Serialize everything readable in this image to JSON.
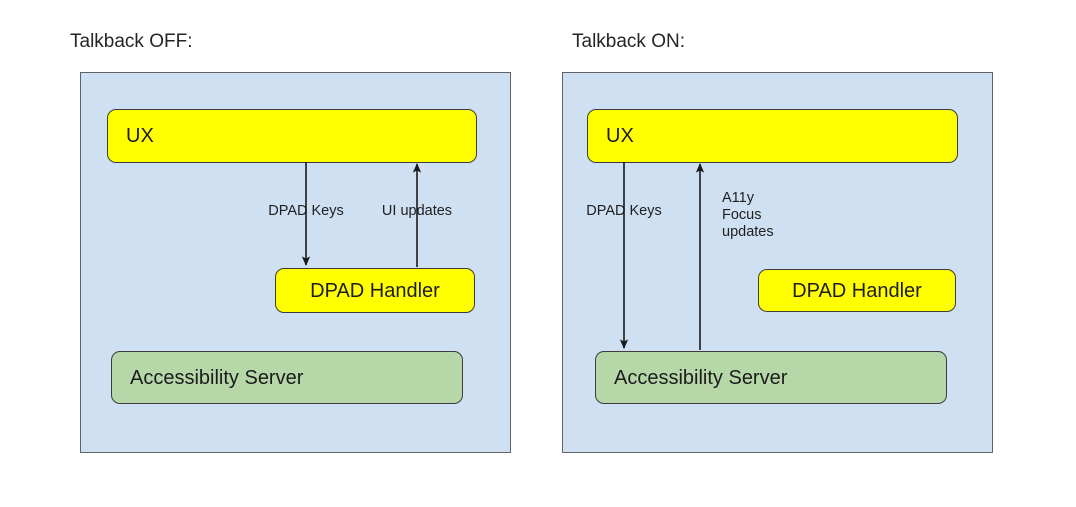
{
  "diagram": {
    "title_left": "Talkback OFF:",
    "title_right": "Talkback ON:",
    "colors": {
      "panel_fill": "#cfe0f3",
      "panel_stroke": "#5f6368",
      "node_yellow": "#ffff00",
      "node_green": "#b6d7a8",
      "node_stroke": "#3c3c3c",
      "arrow": "#1a1a1a",
      "text": "#1c1c1c",
      "background": "#ffffff"
    },
    "panels": [
      {
        "id": "talkback-off",
        "title": "Talkback OFF:",
        "nodes": [
          {
            "id": "ux",
            "label": "UX",
            "color": "yellow"
          },
          {
            "id": "dpad-handler",
            "label": "DPAD Handler",
            "color": "yellow"
          },
          {
            "id": "accessibility-server",
            "label": "Accessibility Server",
            "color": "green"
          }
        ],
        "edges": [
          {
            "id": "dpad-keys",
            "label": "DPAD Keys",
            "from": "ux",
            "to": "dpad-handler",
            "direction": "down"
          },
          {
            "id": "ui-updates",
            "label": "UI updates",
            "from": "dpad-handler",
            "to": "ux",
            "direction": "up"
          }
        ]
      },
      {
        "id": "talkback-on",
        "title": "Talkback ON:",
        "nodes": [
          {
            "id": "ux",
            "label": "UX",
            "color": "yellow"
          },
          {
            "id": "dpad-handler",
            "label": "DPAD Handler",
            "color": "yellow"
          },
          {
            "id": "accessibility-server",
            "label": "Accessibility Server",
            "color": "green"
          }
        ],
        "edges": [
          {
            "id": "dpad-keys",
            "label": "DPAD Keys",
            "from": "ux",
            "to": "accessibility-server",
            "direction": "down"
          },
          {
            "id": "a11y-focus-updates",
            "label": "A11y\nFocus\nupdates",
            "from": "accessibility-server",
            "to": "ux",
            "direction": "up"
          }
        ]
      }
    ]
  }
}
